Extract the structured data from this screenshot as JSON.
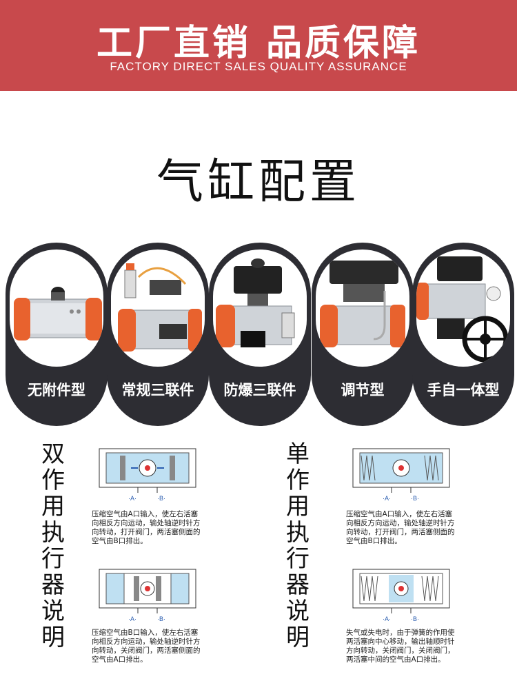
{
  "banner": {
    "title": "工厂直销 品质保障",
    "subtitle": "FACTORY DIRECT SALES QUALITY ASSURANCE"
  },
  "section_title": "气缸配置",
  "configs": [
    {
      "label": "无附件型"
    },
    {
      "label": "常规三联件"
    },
    {
      "label": "防爆三联件"
    },
    {
      "label": "调节型"
    },
    {
      "label": "手自一体型"
    }
  ],
  "double_acting": {
    "title_chars": [
      "双",
      "作",
      "用",
      "执",
      "行",
      "器",
      "说",
      "明"
    ],
    "diagram1": {
      "port_a": "·A·",
      "port_b": "·B·",
      "desc_lines": [
        "压缩空气由A口输入，使左右活塞",
        "向相反方向运动，输处轴逆时针方",
        "向转动，打开阀门，两活塞侧面的",
        "空气由B口排出。"
      ]
    },
    "diagram2": {
      "port_a": "·A·",
      "port_b": "·B·",
      "desc_lines": [
        "压缩空气由B口输入，使左右活塞",
        "向相反方向运动，输处轴逆时针方",
        "向转动，关闭阀门，两活塞侧面的",
        "空气由A口排出。"
      ]
    }
  },
  "single_acting": {
    "title_chars": [
      "单",
      "作",
      "用",
      "执",
      "行",
      "器",
      "说",
      "明"
    ],
    "diagram1": {
      "port_a": "·A·",
      "port_b": "·B·",
      "desc_lines": [
        "压缩空气由A口输入，使左右活塞",
        "向相反方向运动，输处轴逆时针方",
        "向转动，打开阀门，两活塞侧面的",
        "空气由B口排出。"
      ]
    },
    "diagram2": {
      "port_a": "·A·",
      "port_b": "·B·",
      "desc_lines": [
        "失气或失电时，由于弹簧的作用使",
        "两活塞向中心移动，输出轴顺时针",
        "方向转动，关闭阀门，关闭阀门，",
        "两活塞中间的空气由A口排出。"
      ]
    }
  },
  "colors": {
    "banner": "#c8494c",
    "capsule": "#2d2d33",
    "actuator": "#e8622e",
    "chamber": "#bfe0f2"
  }
}
